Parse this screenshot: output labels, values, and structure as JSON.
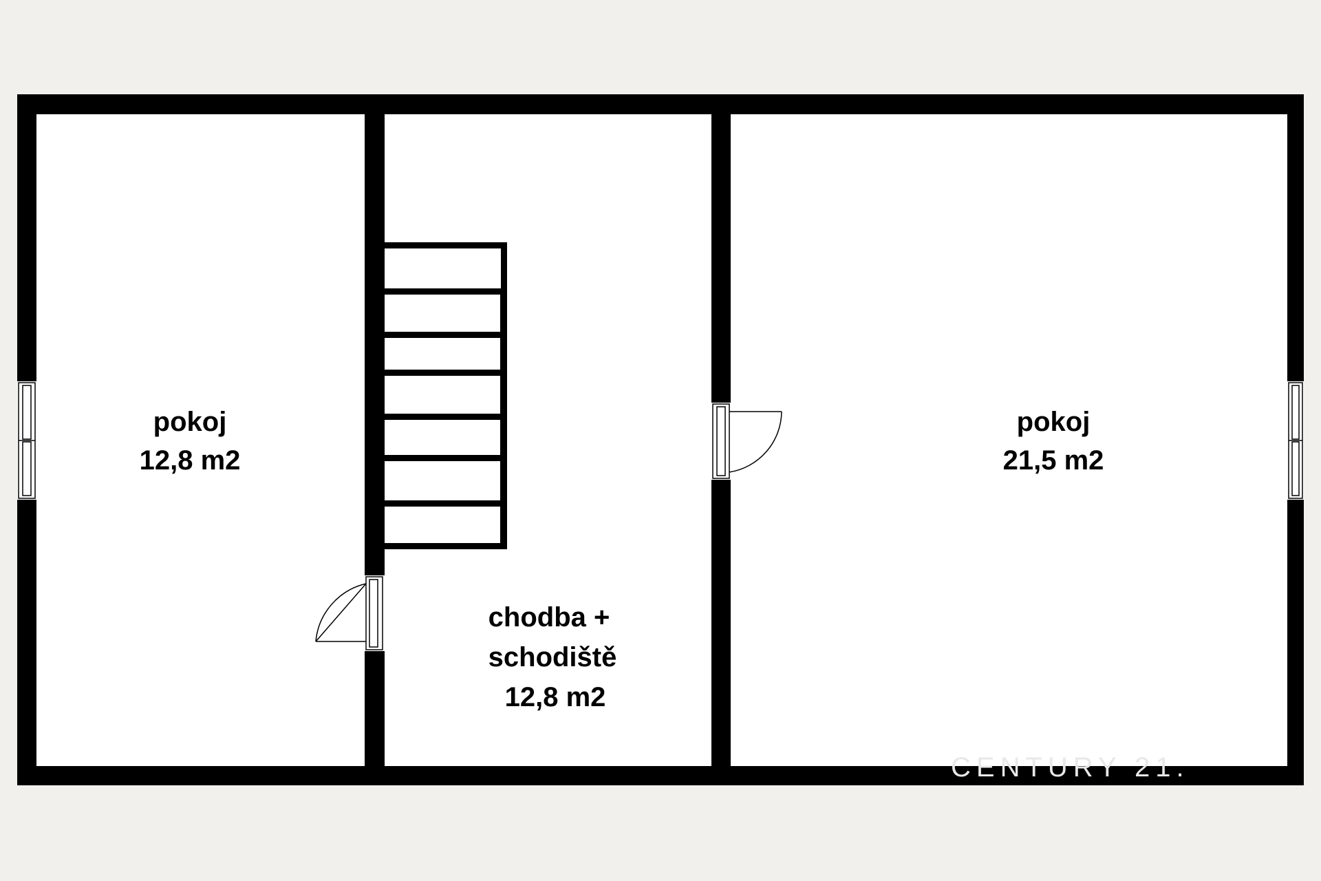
{
  "colors": {
    "background": "#f1f0ed",
    "floor": "#ffffff",
    "wall": "#000000",
    "watermark": "#e8e8e8"
  },
  "rooms": [
    {
      "id": "room-left",
      "name": "pokoj",
      "area": "12,8 m2"
    },
    {
      "id": "room-hall",
      "name_line1": "chodba +",
      "name_line2": "schodiště",
      "area": "12,8 m2"
    },
    {
      "id": "room-right",
      "name": "pokoj",
      "area": "21,5 m2"
    }
  ],
  "watermark": {
    "text": "CENTURY 21."
  },
  "icons": [
    "door-icon",
    "window-icon",
    "staircase-icon"
  ]
}
